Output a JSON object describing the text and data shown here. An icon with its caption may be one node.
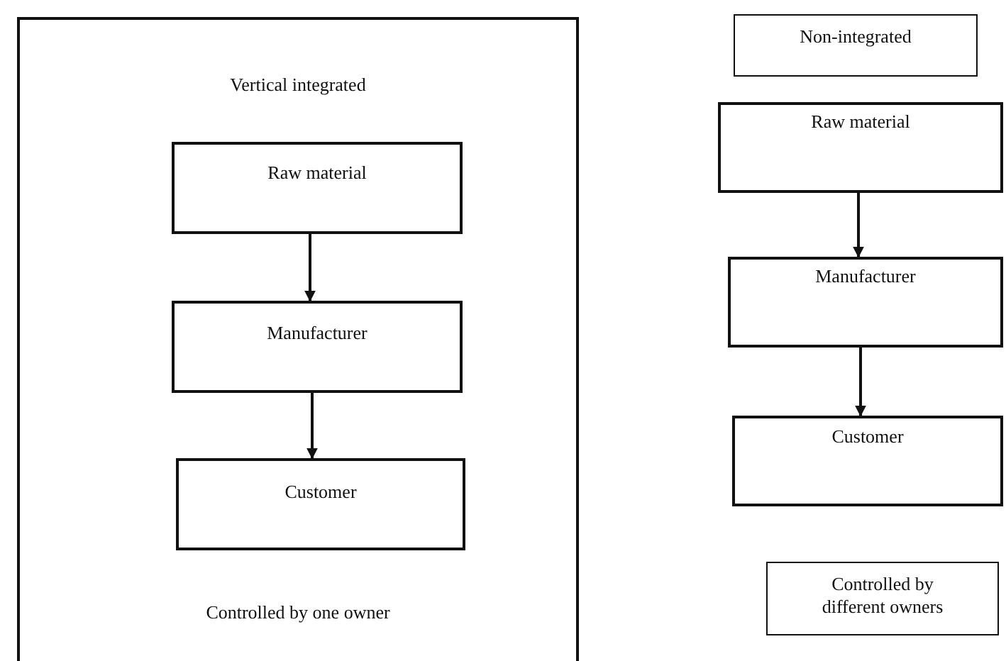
{
  "diagram": {
    "nodes": [
      {
        "text": [
          "Vertical integrated",
          "Controlled by one owner"
        ]
      },
      {
        "text": [
          "Raw material"
        ],
        "in": 0
      },
      {
        "text": [
          "Manufacturer"
        ],
        "in": 0
      },
      {
        "text": [
          "Customer"
        ],
        "in": 0
      },
      {
        "text": [
          "Non-integrated"
        ]
      },
      {
        "text": [
          "Raw material"
        ]
      },
      {
        "text": [
          "Manufacturer"
        ]
      },
      {
        "text": [
          "Customer"
        ]
      },
      {
        "text": [
          "Controlled by different owners"
        ]
      }
    ],
    "edges": [
      {
        "from": 1,
        "to": 2,
        "arrow": "to"
      },
      {
        "from": 2,
        "to": 3,
        "arrow": "to"
      },
      {
        "from": 5,
        "to": 6,
        "arrow": "to"
      },
      {
        "from": 6,
        "to": 7,
        "arrow": "to"
      }
    ]
  }
}
